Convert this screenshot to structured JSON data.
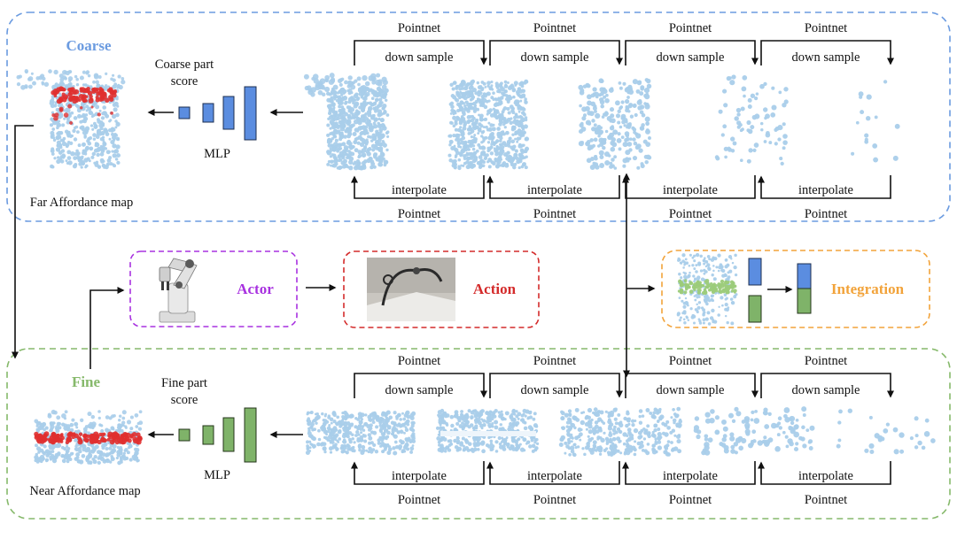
{
  "coarse": {
    "title": "Coarse",
    "score_label_line1": "Coarse part",
    "score_label_line2": "score",
    "mlp_label": "MLP",
    "map_label": "Far Affordance map",
    "color": "#6b9be0"
  },
  "fine": {
    "title": "Fine",
    "score_label_line1": "Fine part",
    "score_label_line2": "score",
    "mlp_label": "MLP",
    "map_label": "Near Affordance map",
    "color": "#86b96b"
  },
  "pipeline": {
    "pointnet": "Pointnet",
    "down_sample": "down sample",
    "interpolate": "interpolate"
  },
  "actor": {
    "label": "Actor",
    "color": "#a832e0"
  },
  "action": {
    "label": "Action",
    "color": "#d42b2b"
  },
  "integration": {
    "label": "Integration",
    "color": "#f2a33a"
  },
  "colors": {
    "mlp_blue": "#5b8de0",
    "mlp_green": "#7fb369",
    "points": "#a9cdea",
    "affordance_red": "#e03030"
  }
}
